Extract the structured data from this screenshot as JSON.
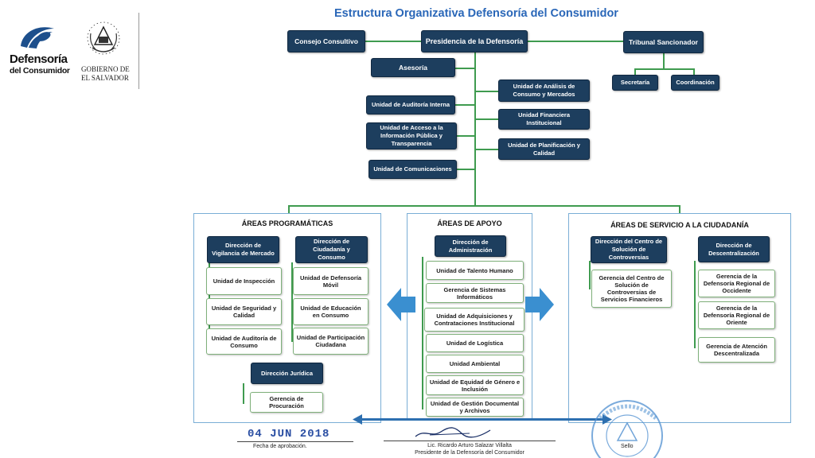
{
  "title": "Estructura Organizativa Defensoría del Consumidor",
  "logo": {
    "name_line1": "Defensoría",
    "name_line2": "del Consumidor",
    "gov_line1": "GOBIERNO DE",
    "gov_line2": "EL SALVADOR"
  },
  "top": {
    "consejo": "Consejo Consultivo",
    "presidencia": "Presidencia de la Defensoría",
    "tribunal": "Tribunal Sancionador",
    "secretaria": "Secretaría",
    "coordinacion": "Coordinación",
    "asesoria": "Asesoría"
  },
  "units_left": [
    "Unidad de Auditoría Interna",
    "Unidad de Acceso a la Información Pública y Transparencia",
    "Unidad de Comunicaciones"
  ],
  "units_right": [
    "Unidad de Análisis de Consumo y Mercados",
    "Unidad Financiera Institucional",
    "Unidad de Planificación y Calidad"
  ],
  "areas": {
    "programaticas": {
      "title": "ÁREAS PROGRAMÁTICAS",
      "dir_vigilancia": "Dirección de Vigilancia de Mercado",
      "vigilancia_units": [
        "Unidad de Inspección",
        "Unidad de Seguridad y Calidad",
        "Unidad de Auditoría de Consumo"
      ],
      "dir_ciudadania": "Dirección de Ciudadanía y Consumo",
      "ciudadania_units": [
        "Unidad de Defensoría Móvil",
        "Unidad de Educación en Consumo",
        "Unidad de Participación Ciudadana"
      ],
      "dir_juridica": "Dirección Jurídica",
      "juridica_units": [
        "Gerencia de Procuración"
      ]
    },
    "apoyo": {
      "title": "ÁREAS DE APOYO",
      "dir_admin": "Dirección de Administración",
      "units": [
        "Unidad de Talento Humano",
        "Gerencia de Sistemas Informáticos",
        "Unidad de Adquisiciones y Contrataciones Institucional",
        "Unidad de Logística",
        "Unidad Ambiental",
        "Unidad de Equidad de Género e Inclusión",
        "Unidad de Gestión Documental y Archivos"
      ]
    },
    "servicio": {
      "title": "ÁREAS DE SERVICIO A LA CIUDADANÍA",
      "dir_centro": "Dirección del Centro de Solución de Controversias",
      "centro_units": [
        "Gerencia del Centro de Solución de Controversias de Servicios Financieros"
      ],
      "dir_descentral": "Dirección de Descentralización",
      "descentral_units": [
        "Gerencia de la Defensoría Regional de Occidente",
        "Gerencia de la Defensoría Regional de Oriente",
        "Gerencia de Atención Descentralizada"
      ]
    }
  },
  "footer": {
    "date": "04 JUN 2018",
    "date_label": "Fecha de aprobación.",
    "signer_name": "Lic. Ricardo Arturo Salazar Villalta",
    "signer_title": "Presidente de la Defensoría del Consumidor",
    "seal_label": "Sello",
    "seal_text": "DEFENSORÍA DEL CONSUMIDOR"
  },
  "colors": {
    "navy": "#1d3e5e",
    "title_blue": "#2a67b8",
    "connector_green": "#3f9b4f",
    "panel_border": "#7aaed6",
    "arrow_blue": "#3a8fd0"
  }
}
